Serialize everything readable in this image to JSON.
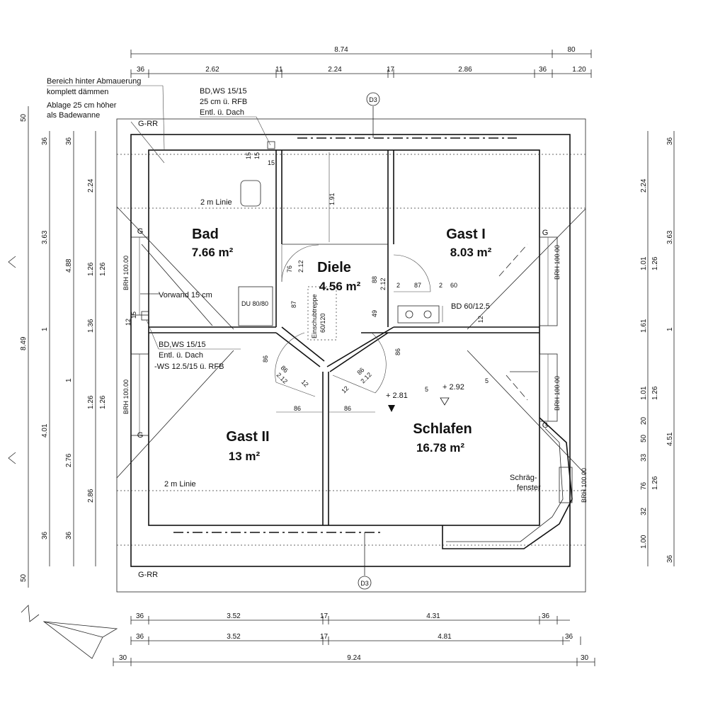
{
  "dimensions": {
    "top_total": "8.74",
    "top_overhang": "80",
    "top_row": [
      "36",
      "2.62",
      "11",
      "2.24",
      "17",
      "2.86",
      "36",
      "1.20"
    ],
    "sup5": "5",
    "bottom_row1": [
      "36",
      "3.52",
      "17",
      "4.31",
      "36"
    ],
    "bottom_row2": [
      "36",
      "3.52",
      "17",
      "4.81",
      "36"
    ],
    "bottom_total": "9.24",
    "bottom_edge": [
      "30",
      "30"
    ],
    "left_outer": [
      "50",
      "8.49",
      "50"
    ],
    "left_mid": [
      "36",
      "3.63",
      "1",
      "4.01",
      "36"
    ],
    "left_inner": [
      "36",
      "4.88",
      "1",
      "2.76",
      "36"
    ],
    "left_innermost": [
      "2.24",
      "1.26",
      "1.36",
      "1.26",
      "2.86"
    ],
    "left_inner2": [
      "1.26",
      "1.26"
    ],
    "right_outer": [
      "36",
      "3.63",
      "1",
      "4.51",
      "36"
    ],
    "right_inner": [
      "2.24",
      "1.01",
      "1.61",
      "1.01",
      "20",
      "50",
      "33",
      "76",
      "32",
      "1.00"
    ],
    "right_inner2": [
      "1.26",
      "1.26",
      "1.26"
    ]
  },
  "notes": {
    "bereich": [
      "Bereich hinter Abmauerung",
      "komplett dämmen",
      "Ablage 25 cm höher",
      "als Badewanne"
    ],
    "bdws_top": [
      "BD,WS 15/15",
      "25 cm ü. RFB",
      "Entl. ü. Dach"
    ],
    "bdws_left": [
      "BD,WS 15/15",
      "Entl. ü. Dach",
      "-WS 12.5/15 ü. RFB"
    ],
    "rr_top": "G-RR",
    "rr_bottom": "G-RR",
    "d3_top": "D3",
    "d3_bottom": "D3",
    "linie_bad": "2 m Linie",
    "linie_gast2": "2 m Linie",
    "vorwand": "Vorwand  15 cm",
    "du": "DU 80/80",
    "bd_gast": "BD 60/12.5",
    "einschub": [
      "Einschubtreppe",
      "60/120"
    ],
    "schraeg": [
      "Schräg-",
      "fenster"
    ],
    "brh": "BRH 100.00",
    "g": "G",
    "level1": "+ 2.81",
    "level2": "+ 2.92"
  },
  "small_dims": {
    "d15a": "15",
    "d15b": "15",
    "d15c": "15",
    "d15d": "15",
    "d12": "12",
    "d191": "1.91",
    "d76": "76",
    "d212a": "2.12",
    "d87": "87",
    "d88": "88",
    "d212b": "2.12",
    "d49": "49",
    "d2a": "2",
    "d87b": "87",
    "d2b": "2",
    "d60": "60",
    "d12b": "12",
    "d86a": "86",
    "d86b": "86",
    "d212c": "2.12",
    "d12c": "12",
    "d86c": "86",
    "d86d": "86",
    "d212d": "2.12",
    "d12d": "12",
    "d86e": "86",
    "d86f": "86"
  },
  "rooms": [
    {
      "name": "Bad",
      "area": "7.66 m²"
    },
    {
      "name": "Diele",
      "area": "4.56 m²"
    },
    {
      "name": "Gast I",
      "area": "8.03 m²"
    },
    {
      "name": "Gast II",
      "area": "13 m²"
    },
    {
      "name": "Schlafen",
      "area": "16.78 m²"
    }
  ]
}
